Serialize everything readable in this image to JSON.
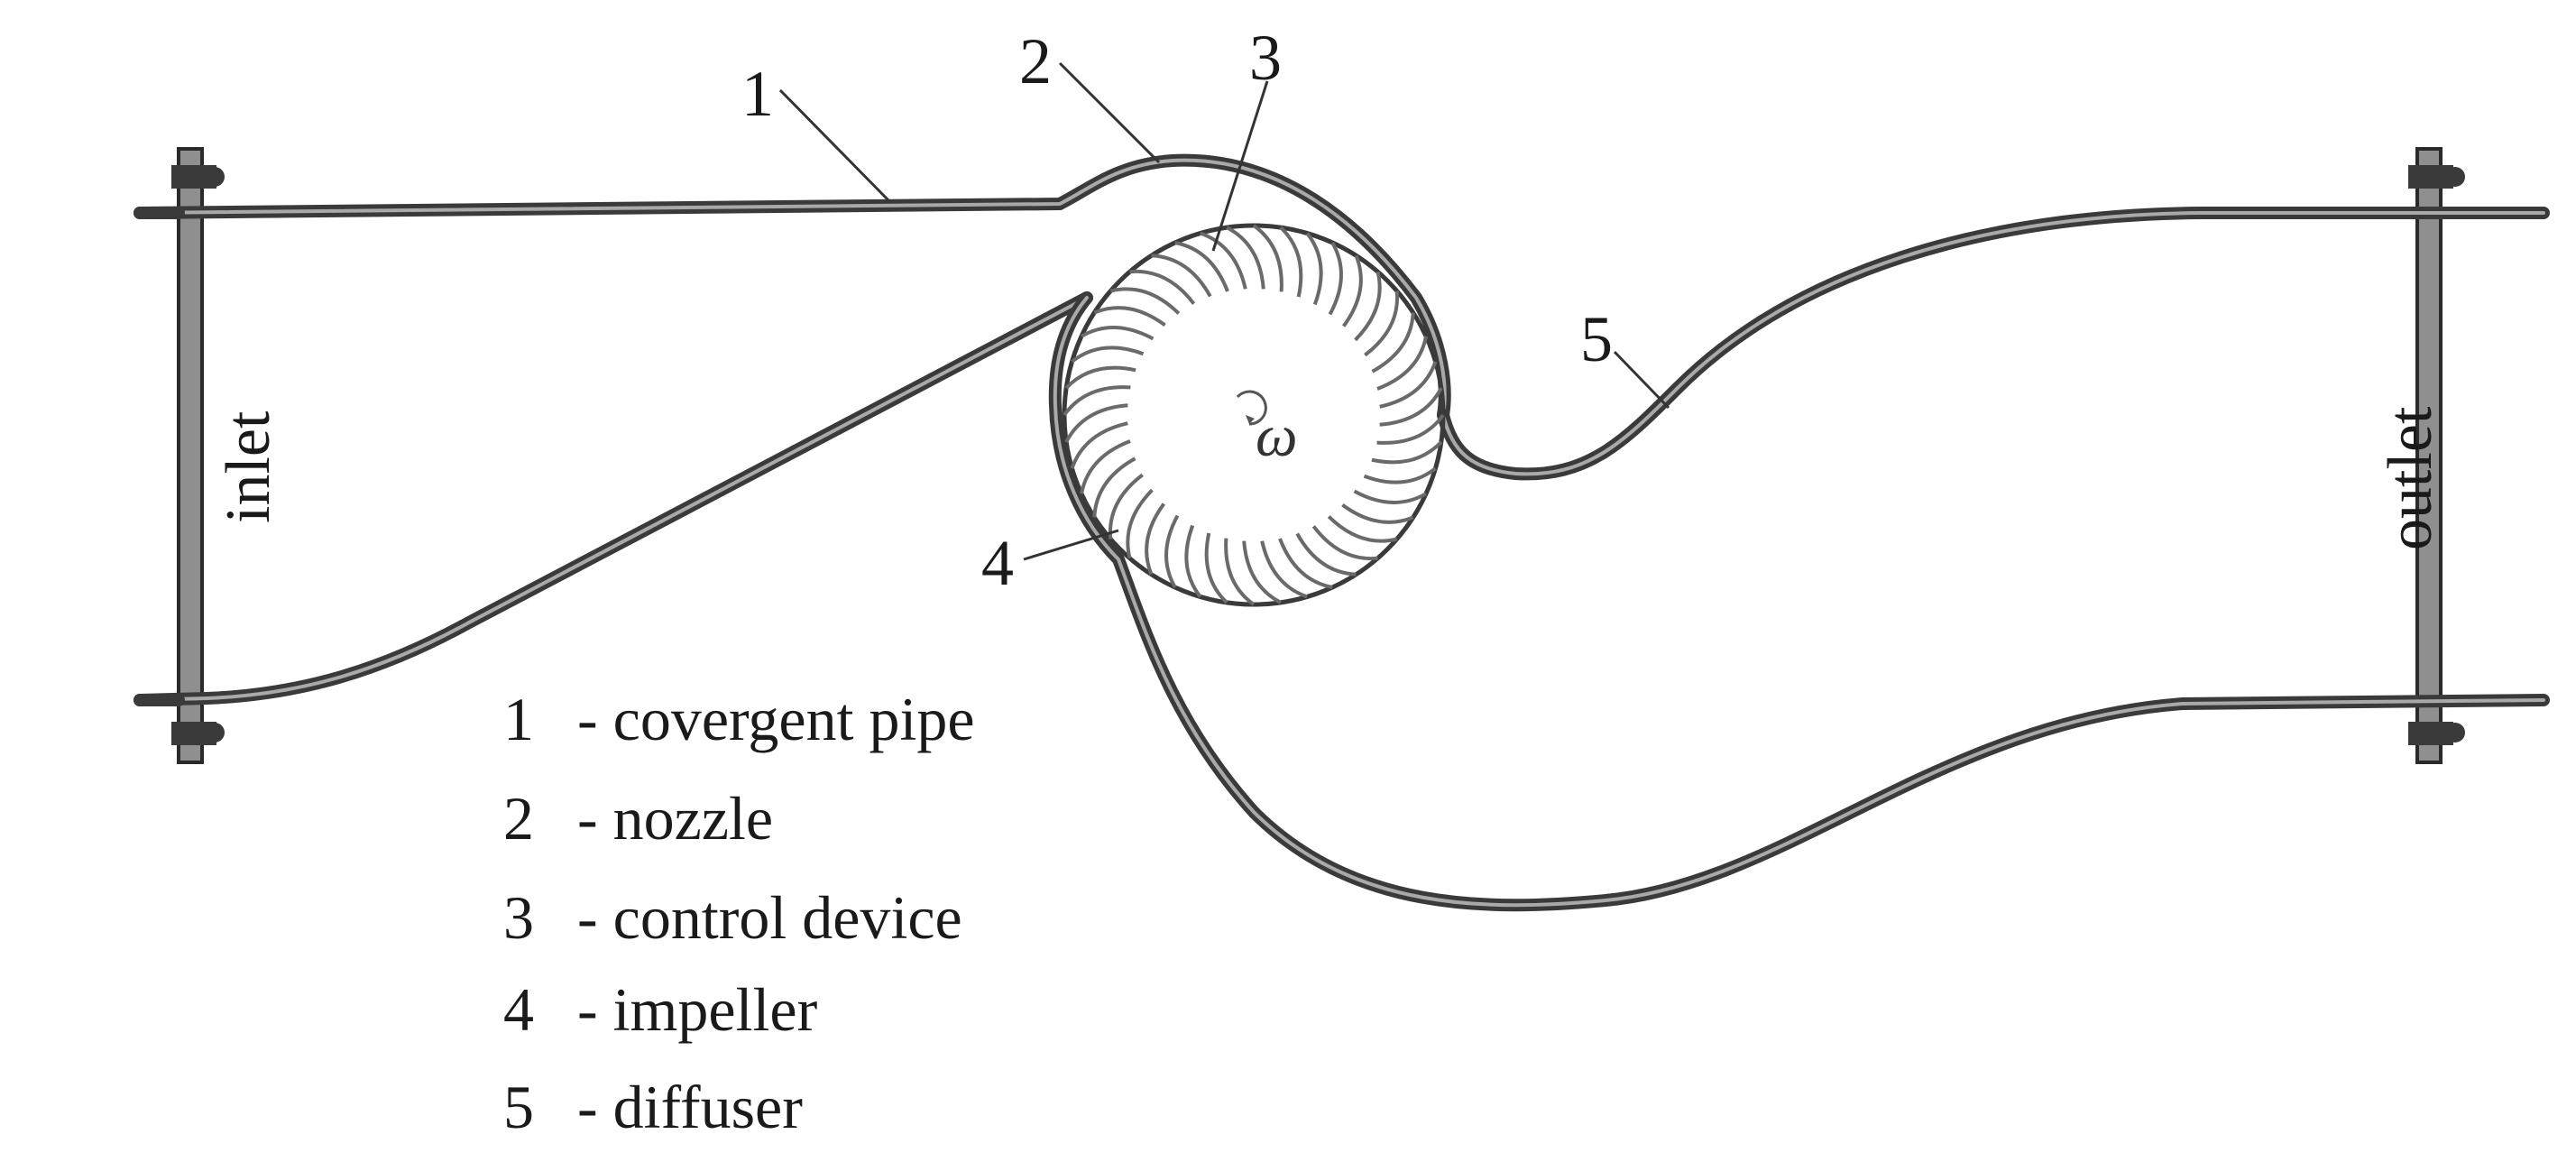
{
  "labels": {
    "inlet": "inlet",
    "outlet": "outlet",
    "omega": "ω"
  },
  "callouts": [
    "1",
    "2",
    "3",
    "4",
    "5"
  ],
  "legend": [
    {
      "num": "1",
      "text": "- covergent pipe"
    },
    {
      "num": "2",
      "text": "- nozzle"
    },
    {
      "num": "3",
      "text": "- control device"
    },
    {
      "num": "4",
      "text": "- impeller"
    },
    {
      "num": "5",
      "text": "- diffuser"
    }
  ],
  "colors": {
    "line": "#3a3a3a",
    "background": "#ffffff"
  }
}
